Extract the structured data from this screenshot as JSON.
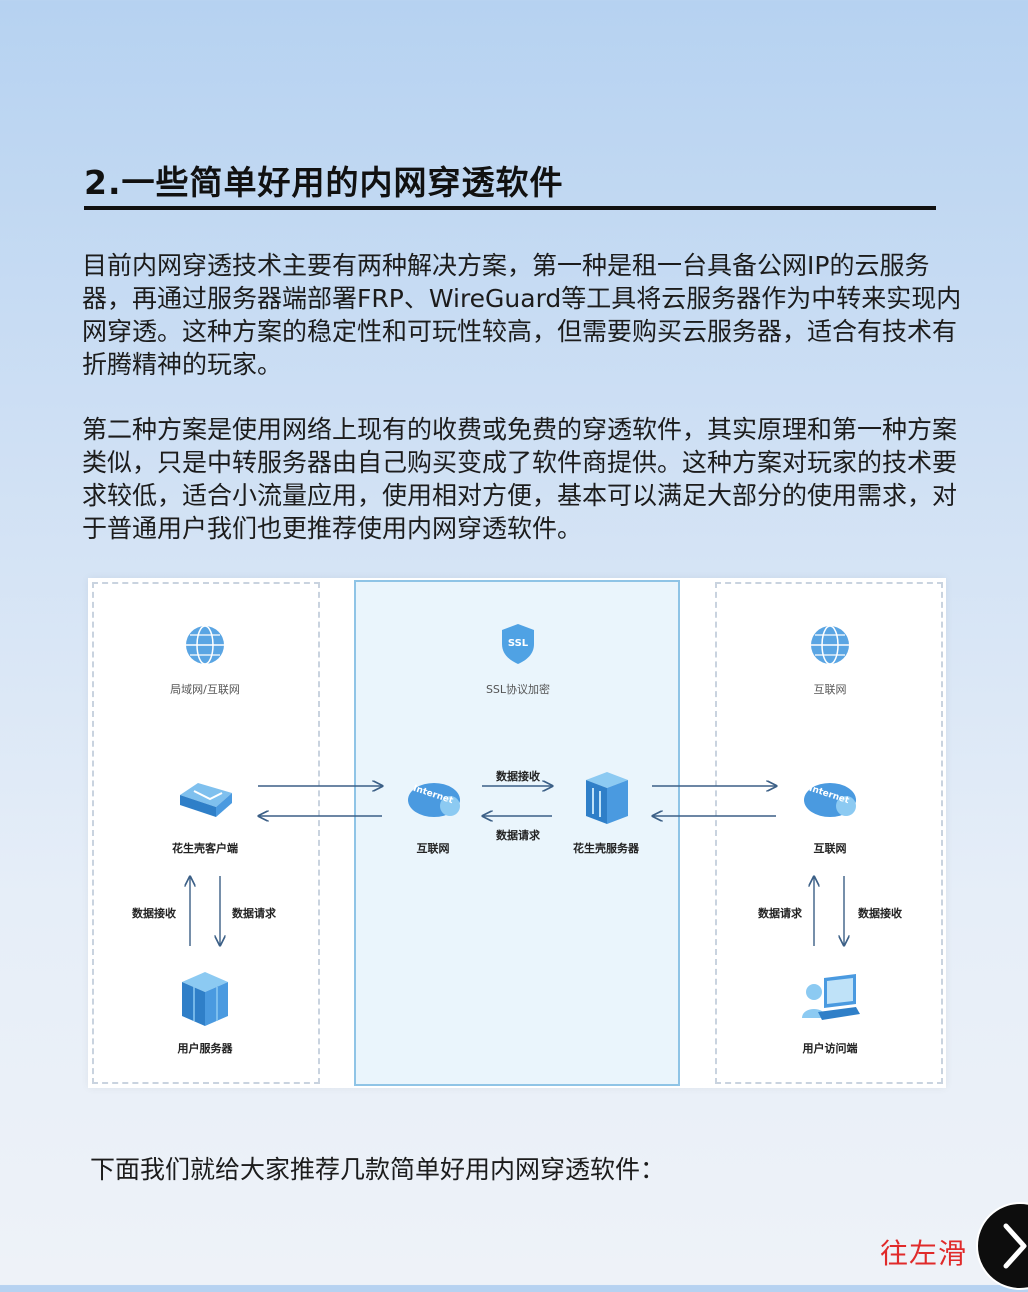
{
  "heading": "2.一些简单好用的内网穿透软件",
  "paragraphs": [
    "目前内网穿透技术主要有两种解决方案，第一种是租一台具备公网IP的云服务器，再通过服务器端部署FRP、WireGuard等工具将云服务器作为中转来实现内网穿透。这种方案的稳定性和可玩性较高，但需要购买云服务器，适合有技术有折腾精神的玩家。",
    "第二种方案是使用网络上现有的收费或免费的穿透软件，其实原理和第一种方案类似，只是中转服务器由自己购买变成了软件商提供。这种方案对玩家的技术要求较低，适合小流量应用，使用相对方便，基本可以满足大部分的使用需求，对于普通用户我们也更推荐使用内网穿透软件。"
  ],
  "diagram": {
    "left": {
      "top_label": "局域网/互联网",
      "client_label": "花生壳客户端",
      "up_label": "数据接收",
      "down_label": "数据请求",
      "server_label": "用户服务器"
    },
    "middle": {
      "ssl_badge": "SSL",
      "top_label": "SSL协议加密",
      "internet_badge": "Internet",
      "internet_label": "互联网",
      "receive_label": "数据接收",
      "request_label": "数据请求",
      "server_label": "花生壳服务器"
    },
    "right": {
      "top_label": "互联网",
      "internet_badge": "Internet",
      "internet_label": "互联网",
      "up_label": "数据请求",
      "down_label": "数据接收",
      "user_label": "用户访问端"
    }
  },
  "bottom_text": "下面我们就给大家推荐几款简单好用内网穿透软件：",
  "swipe_hint": "往左滑",
  "colors": {
    "accent_blue": "#3d8fd6",
    "swipe_red": "#e02a2a",
    "panel_border": "#8fc4e6"
  }
}
